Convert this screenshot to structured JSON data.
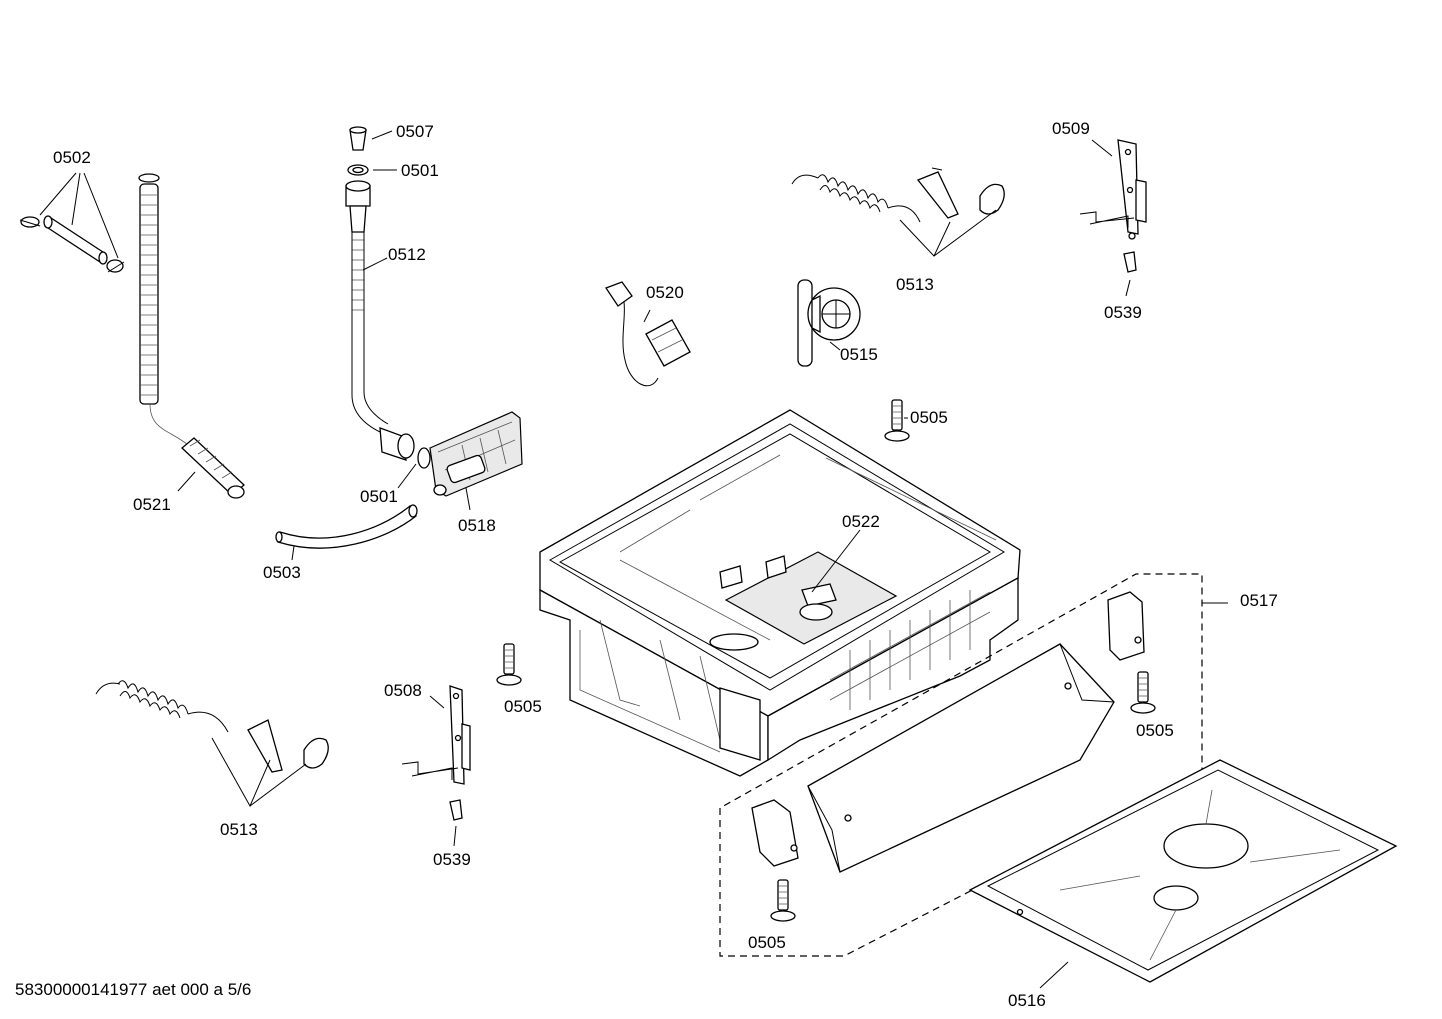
{
  "footer": "58300000141977 aet 000 a 5/6",
  "labels": {
    "l0502": "0502",
    "l0507": "0507",
    "l0501a": "0501",
    "l0512": "0512",
    "l0509": "0509",
    "l0520": "0520",
    "l0513a": "0513",
    "l0539a": "0539",
    "l0515": "0515",
    "l0505a": "0505",
    "l0521": "0521",
    "l0501b": "0501",
    "l0518": "0518",
    "l0522": "0522",
    "l0503": "0503",
    "l0517": "0517",
    "l0508": "0508",
    "l0505b": "0505",
    "l0505c": "0505",
    "l0513b": "0513",
    "l0539b": "0539",
    "l0505d": "0505",
    "l0516": "0516"
  }
}
